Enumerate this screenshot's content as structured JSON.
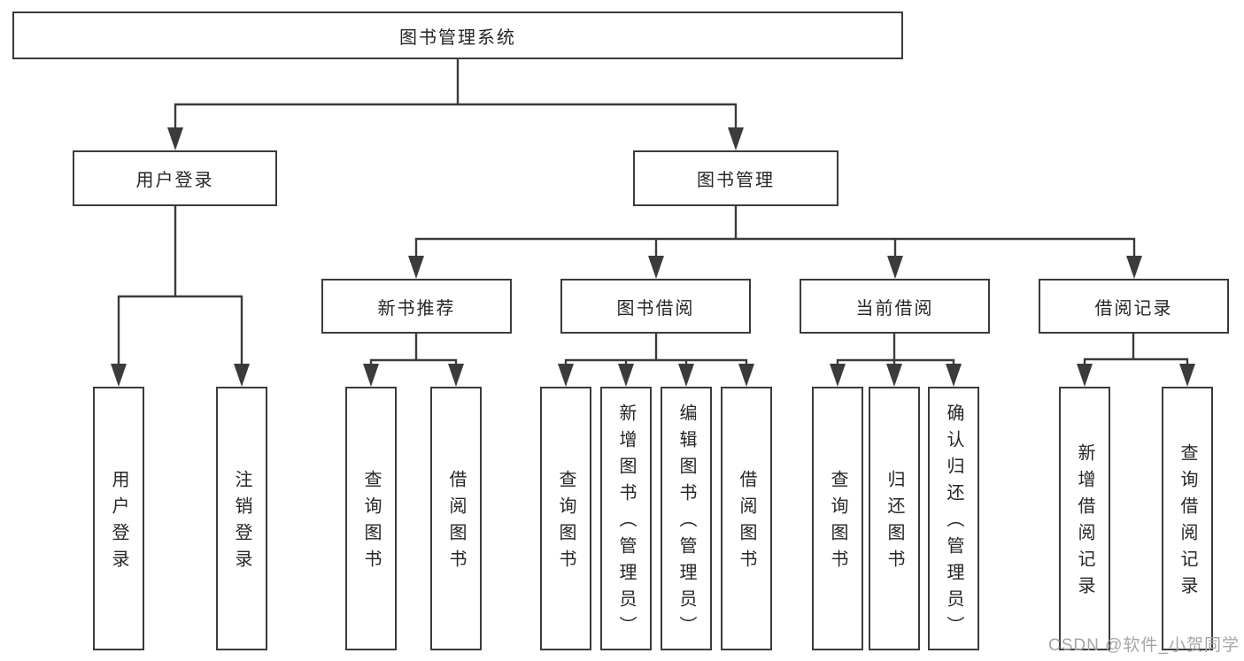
{
  "diagram": {
    "tree": {
      "root": {
        "label": "图书管理系统",
        "children": [
          {
            "label": "用户登录",
            "children": [
              {
                "label": "用户登录"
              },
              {
                "label": "注销登录"
              }
            ]
          },
          {
            "label": "图书管理",
            "children": [
              {
                "label": "新书推荐",
                "children": [
                  {
                    "label": "查询图书"
                  },
                  {
                    "label": "借阅图书"
                  }
                ]
              },
              {
                "label": "图书借阅",
                "children": [
                  {
                    "label": "查询图书"
                  },
                  {
                    "label": "新增图书（管理员）"
                  },
                  {
                    "label": "编辑图书（管理员）"
                  },
                  {
                    "label": "借阅图书"
                  }
                ]
              },
              {
                "label": "当前借阅",
                "children": [
                  {
                    "label": "查询图书"
                  },
                  {
                    "label": "归还图书"
                  },
                  {
                    "label": "确认归还（管理员）"
                  }
                ]
              },
              {
                "label": "借阅记录",
                "children": [
                  {
                    "label": "新增借阅记录"
                  },
                  {
                    "label": "查询借阅记录"
                  }
                ]
              }
            ]
          }
        ]
      }
    },
    "colors": {
      "line": "#3b3b3b",
      "box_border": "#3b3b3b",
      "text": "#262626",
      "background": "#ffffff"
    }
  },
  "watermark": {
    "text": "CSDN @软件_小贺同学",
    "color": "#a6a6a6"
  }
}
